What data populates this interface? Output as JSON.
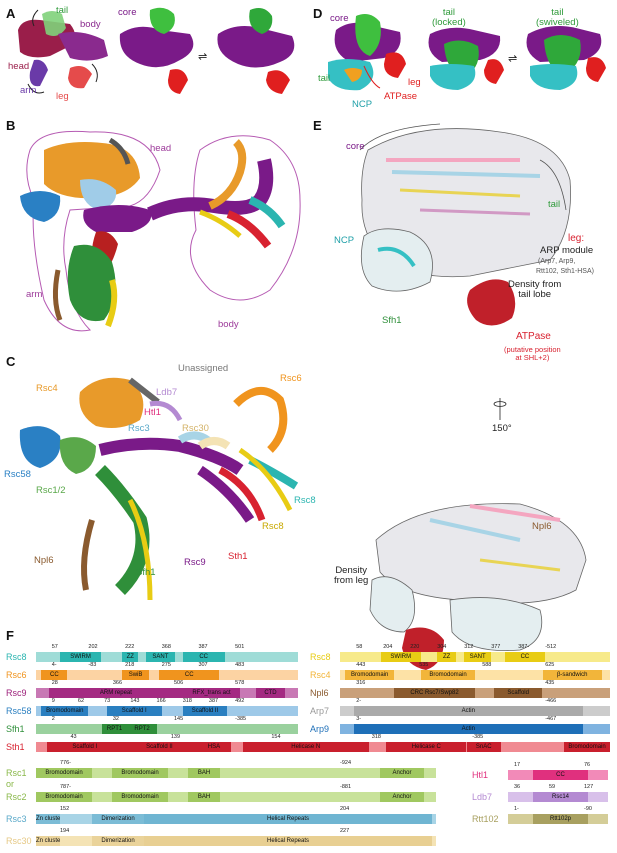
{
  "panels": {
    "a": "A",
    "b": "B",
    "c": "C",
    "d": "D",
    "e": "E",
    "f": "F"
  },
  "panel_a": {
    "tail": "tail",
    "body": "body",
    "head": "head",
    "arm": "arm",
    "leg": "leg",
    "core": "core",
    "equil": "⇌"
  },
  "panel_b": {
    "head": "head",
    "arm": "arm",
    "body": "body"
  },
  "panel_c": {
    "unassigned": "Unassigned",
    "rsc4": "Rsc4",
    "ldb7": "Ldb7",
    "htl1": "Htl1",
    "rsc3": "Rsc3",
    "rsc30": "Rsc30",
    "rsc6": "Rsc6",
    "rsc58": "Rsc58",
    "rsc12": "Rsc1/2",
    "rsc8a": "Rsc8",
    "rsc8b": "Rsc8",
    "npl6": "Npl6",
    "sfh1": "Sfh1",
    "rsc9": "Rsc9",
    "sth1": "Sth1"
  },
  "panel_d": {
    "core": "core",
    "tail_locked": "tail\n(locked)",
    "tail_swiveled": "tail\n(swiveled)",
    "tail": "tail",
    "leg": "leg",
    "atpase": "ATPase",
    "ncp": "NCP",
    "equil": "⇌"
  },
  "panel_e": {
    "core": "core",
    "tail": "tail",
    "leg": "leg:",
    "arp_module": "ARP module",
    "arp_sub1": "(Arp7, Arp9,",
    "arp_sub2": "Rtt102, Sth1-HSA)",
    "ncp": "NCP",
    "density_tail": "Density from\ntail lobe",
    "sfh1": "Sfh1",
    "atpase": "ATPase",
    "atpase_sub": "(putative position\nat SHL+2)",
    "rotation": "150°",
    "npl6": "Npl6",
    "density_leg": "Density\nfrom leg"
  },
  "domains_left": [
    {
      "name": "Rsc8",
      "color": "#2bb5b0",
      "base": "#9fdcd7",
      "segs": [
        [
          "SWIRM",
          0.09,
          0.25,
          "#2bb5b0"
        ],
        [
          "ZZ",
          0.33,
          0.39,
          "#2bb5b0"
        ],
        [
          "SANT",
          0.42,
          0.53,
          "#2bb5b0"
        ],
        [
          "CC",
          0.56,
          0.72,
          "#2bb5b0"
        ]
      ],
      "pos": [
        "57",
        "202",
        "222",
        "368",
        "387",
        "501"
      ]
    },
    {
      "name": "Rsc6",
      "color": "#f0941e",
      "base": "#fcd3a3",
      "segs": [
        [
          "CC",
          0.02,
          0.12,
          "#f0941e"
        ],
        [
          "SwiB",
          0.33,
          0.43,
          "#f0941e"
        ],
        [
          "CC",
          0.47,
          0.7,
          "#f0941e"
        ]
      ],
      "pos": [
        "4-",
        "-83",
        "218",
        "275",
        "307",
        "483"
      ]
    },
    {
      "name": "Rsc9",
      "color": "#9c1f7a",
      "base": "#c878b4",
      "segs": [
        [
          "ARM repeat",
          0.05,
          0.56,
          "#a42a82"
        ],
        [
          "RFX_trans act",
          0.56,
          0.78,
          "#a42a82"
        ],
        [
          "CTD",
          0.84,
          0.95,
          "#a42a82"
        ]
      ],
      "pos": [
        "28",
        "366",
        "506",
        "578"
      ]
    },
    {
      "name": "Rsc58",
      "color": "#2a7fc0",
      "base": "#9ec9e8",
      "segs": [
        [
          "Bromodomain",
          0.02,
          0.2,
          "#2a7fc0"
        ],
        [
          "Scaffold I",
          0.27,
          0.48,
          "#2a7fc0"
        ],
        [
          "Scaffold II",
          0.56,
          0.73,
          "#2a7fc0"
        ]
      ],
      "pos": [
        "9",
        "62",
        "73",
        "143",
        "166",
        "318",
        "387",
        "492"
      ]
    },
    {
      "name": "Sfh1",
      "color": "#2f8f3a",
      "base": "#9ad19e",
      "segs": [
        [
          "RPT1",
          0.25,
          0.35,
          "#2f8f3a"
        ],
        [
          "RPT2",
          0.35,
          0.46,
          "#2f8f3a"
        ]
      ],
      "pos": [
        "2",
        "32",
        "145",
        "-385"
      ]
    }
  ],
  "domains_right": [
    {
      "name": "Rsc8",
      "color": "#e8cc14",
      "base": "#f7ea8a",
      "segs": [
        [
          "SWIRM",
          0.15,
          0.3,
          "#e8cc14"
        ],
        [
          "ZZ",
          0.36,
          0.43,
          "#e8cc14"
        ],
        [
          "SANT",
          0.46,
          0.56,
          "#e8cc14"
        ],
        [
          "CC",
          0.61,
          0.76,
          "#e8cc14"
        ]
      ],
      "pos": [
        "58",
        "204",
        "220",
        "304",
        "312",
        "377",
        "387-",
        "-512"
      ]
    },
    {
      "name": "Rsc4",
      "color": "#f2b53a",
      "base": "#fde2a6",
      "segs": [
        [
          "Bromodomain",
          0.02,
          0.2,
          "#f2b53a"
        ],
        [
          "Bromodomain",
          0.3,
          0.5,
          "#f2b53a"
        ],
        [
          "β-sandwich",
          0.75,
          0.97,
          "#f2b53a"
        ]
      ],
      "pos": [
        "443",
        "535",
        "588",
        "625"
      ]
    },
    {
      "name": "Npl6",
      "color": "#8a5a2e",
      "base": "#c9a07a",
      "segs": [
        [
          "CRC Rsc7/Swp82",
          0.2,
          0.5,
          "#8a5a2e"
        ],
        [
          "Scaffold",
          0.57,
          0.75,
          "#8a5a2e"
        ]
      ],
      "pos": [
        "316",
        "435"
      ]
    },
    {
      "name": "Arp7",
      "color": "#999999",
      "base": "#cccccc",
      "segs": [
        [
          "Actin",
          0.05,
          0.9,
          "#aaaaaa"
        ]
      ],
      "pos": [
        "2-",
        "-466"
      ]
    },
    {
      "name": "Arp9",
      "color": "#1e6fb8",
      "base": "#7fb3e0",
      "segs": [
        [
          "Actin",
          0.05,
          0.9,
          "#1e6fb8"
        ]
      ],
      "pos": [
        "3-",
        "-467"
      ]
    }
  ],
  "sth1": {
    "name": "Sth1",
    "color": "#d82230",
    "base": "#f08a92",
    "segs": [
      [
        "Scaffold I",
        0.02,
        0.15,
        "#c91f2d"
      ],
      [
        "Scaffold II",
        0.15,
        0.28,
        "#c91f2d"
      ],
      [
        "HSA",
        0.28,
        0.34,
        "#c91f2d"
      ],
      [
        "Helicase N",
        0.36,
        0.58,
        "#c91f2d"
      ],
      [
        "Helicase C",
        0.61,
        0.75,
        "#c91f2d"
      ],
      [
        "SnAC",
        0.75,
        0.81,
        "#c91f2d"
      ],
      [
        "Bromodomain",
        0.92,
        1.0,
        "#c91f2d"
      ]
    ],
    "pos": [
      "43",
      "139",
      "154",
      "318",
      "-385"
    ]
  },
  "rsc12": {
    "rsc1": {
      "name": "Rsc1",
      "color": "#8ab84a",
      "base": "#c8e29a",
      "segs": [
        [
          "Bromodomain",
          0.0,
          0.14,
          "#a0c860"
        ],
        [
          "Bromodomain",
          0.19,
          0.33,
          "#a0c860"
        ],
        [
          "BAH",
          0.38,
          0.46,
          "#a0c860"
        ],
        [
          "Anchor",
          0.86,
          0.97,
          "#a0c860"
        ]
      ],
      "pos": [
        "776-",
        "-924"
      ]
    },
    "or": "or",
    "rsc2": {
      "name": "Rsc2",
      "color": "#8ab84a",
      "base": "#c8e29a",
      "segs": [
        [
          "Bromodomain",
          0.0,
          0.14,
          "#a0c860"
        ],
        [
          "Bromodomain",
          0.19,
          0.33,
          "#a0c860"
        ],
        [
          "BAH",
          0.38,
          0.46,
          "#a0c860"
        ],
        [
          "Anchor",
          0.86,
          0.97,
          "#a0c860"
        ]
      ],
      "pos": [
        "787-",
        "-881"
      ]
    },
    "rsc3": {
      "name": "Rsc3",
      "color": "#5aa9c9",
      "base": "#a8d4e6",
      "segs": [
        [
          "Zn cluster",
          0.0,
          0.06,
          "#7bbcd6"
        ],
        [
          "Dimerization",
          0.14,
          0.27,
          "#7bbcd6"
        ],
        [
          "Helical Repeats",
          0.27,
          0.99,
          "#6fb5d2"
        ]
      ],
      "pos": [
        "152",
        "204"
      ]
    },
    "rsc30": {
      "name": "Rsc30",
      "color": "#e6c986",
      "base": "#f4e3b5",
      "segs": [
        [
          "Zn cluster",
          0.0,
          0.06,
          "#ead39a"
        ],
        [
          "Dimerization",
          0.14,
          0.27,
          "#ead39a"
        ],
        [
          "Helical Repeats",
          0.27,
          0.99,
          "#e8cf92"
        ]
      ],
      "pos": [
        "194",
        "227"
      ]
    }
  },
  "small": {
    "htl1": {
      "name": "Htl1",
      "color": "#e0307e",
      "base": "#f28ab8",
      "seg": "CC",
      "pos": [
        "17",
        "76"
      ]
    },
    "ldb7": {
      "name": "Ldb7",
      "color": "#b48ad2",
      "base": "#d8c0ea",
      "seg": "Rsc14",
      "pos": [
        "36",
        "59",
        "127"
      ]
    },
    "rtt102": {
      "name": "Rtt102",
      "color": "#a8a060",
      "base": "#d4cd98",
      "seg": "Rtt102p",
      "pos": [
        "1-",
        "-90"
      ]
    }
  }
}
